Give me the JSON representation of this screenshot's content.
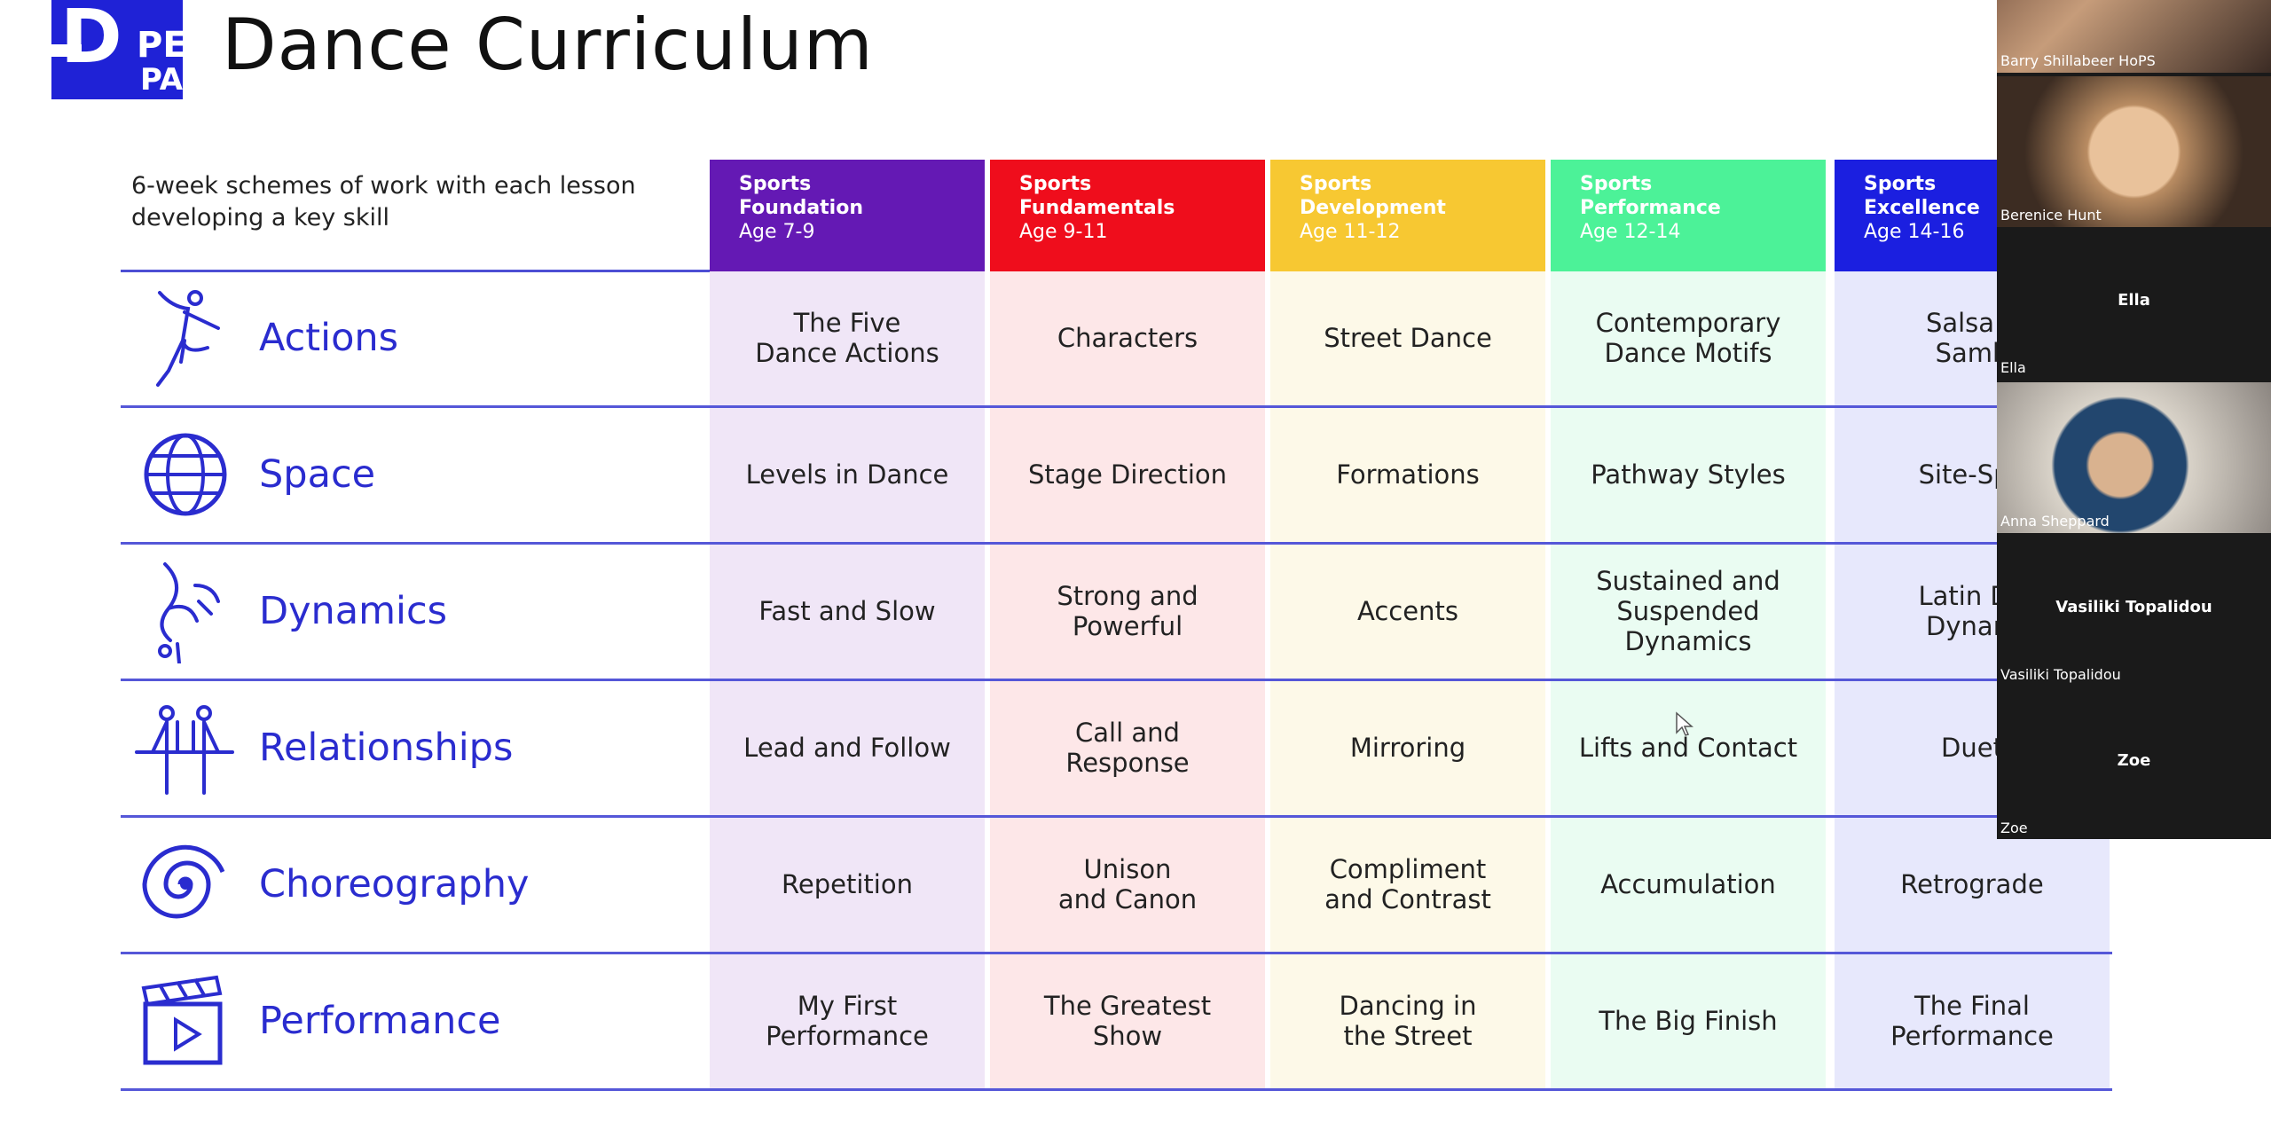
{
  "header": {
    "logo_main": "D",
    "logo_pe": "PE",
    "logo_pa": "PA",
    "title": "Dance Curriculum"
  },
  "subtitle": "6-week schemes of work with each lesson developing a key skill",
  "columns": [
    {
      "line1": "Sports",
      "line2": "Foundation",
      "age": "Age 7-9",
      "header_color": "#6419b4",
      "body_color": "#f0e6f7"
    },
    {
      "line1": "Sports",
      "line2": "Fundamentals",
      "age": "Age 9-11",
      "header_color": "#ef0d1c",
      "body_color": "#fde7e8"
    },
    {
      "line1": "Sports",
      "line2": "Development",
      "age": "Age 11-12",
      "header_color": "#f7c832",
      "body_color": "#fdf9e8"
    },
    {
      "line1": "Sports",
      "line2": "Performance",
      "age": "Age 12-14",
      "header_color": "#4cf298",
      "body_color": "#eafcf2"
    },
    {
      "line1": "Sports",
      "line2": "Excellence",
      "age": "Age 14-16",
      "header_color": "#1b1fe0",
      "body_color": "#e7e8fc"
    }
  ],
  "rows": [
    {
      "label": "Actions",
      "icon": "dancer-leap-icon",
      "cells": [
        "The Five\nDance Actions",
        "Characters",
        "Street Dance",
        "Contemporary\nDance Motifs",
        "Salsa a\nSamb"
      ]
    },
    {
      "label": "Space",
      "icon": "globe-icon",
      "cells": [
        "Levels in Dance",
        "Stage Direction",
        "Formations",
        "Pathway Styles",
        "Site-Spe"
      ]
    },
    {
      "label": "Dynamics",
      "icon": "dancer-spin-icon",
      "cells": [
        "Fast and Slow",
        "Strong and\nPowerful",
        "Accents",
        "Sustained and\nSuspended\nDynamics",
        "Latin Da\nDynam"
      ]
    },
    {
      "label": "Relationships",
      "icon": "two-people-icon",
      "cells": [
        "Lead and Follow",
        "Call and\nResponse",
        "Mirroring",
        "Lifts and Contact",
        "Duet"
      ]
    },
    {
      "label": "Choreography",
      "icon": "spiral-icon",
      "cells": [
        "Repetition",
        "Unison\nand Canon",
        "Compliment\nand Contrast",
        "Accumulation",
        "Retrograde"
      ]
    },
    {
      "label": "Performance",
      "icon": "clapperboard-icon",
      "cells": [
        "My First\nPerformance",
        "The Greatest\nShow",
        "Dancing in\nthe Street",
        "The Big Finish",
        "The Final\nPerformance"
      ]
    }
  ],
  "participants": [
    {
      "name": "Barry Shillabeer HoPS",
      "center": "",
      "video": true
    },
    {
      "name": "Berenice Hunt",
      "center": "",
      "video": true
    },
    {
      "name": "Ella",
      "center": "Ella",
      "video": false
    },
    {
      "name": "Anna Sheppard",
      "center": "",
      "video": true
    },
    {
      "name": "Vasiliki Topalidou",
      "center": "Vasiliki Topalidou",
      "video": false
    },
    {
      "name": "Zoe",
      "center": "Zoe",
      "video": false
    }
  ]
}
